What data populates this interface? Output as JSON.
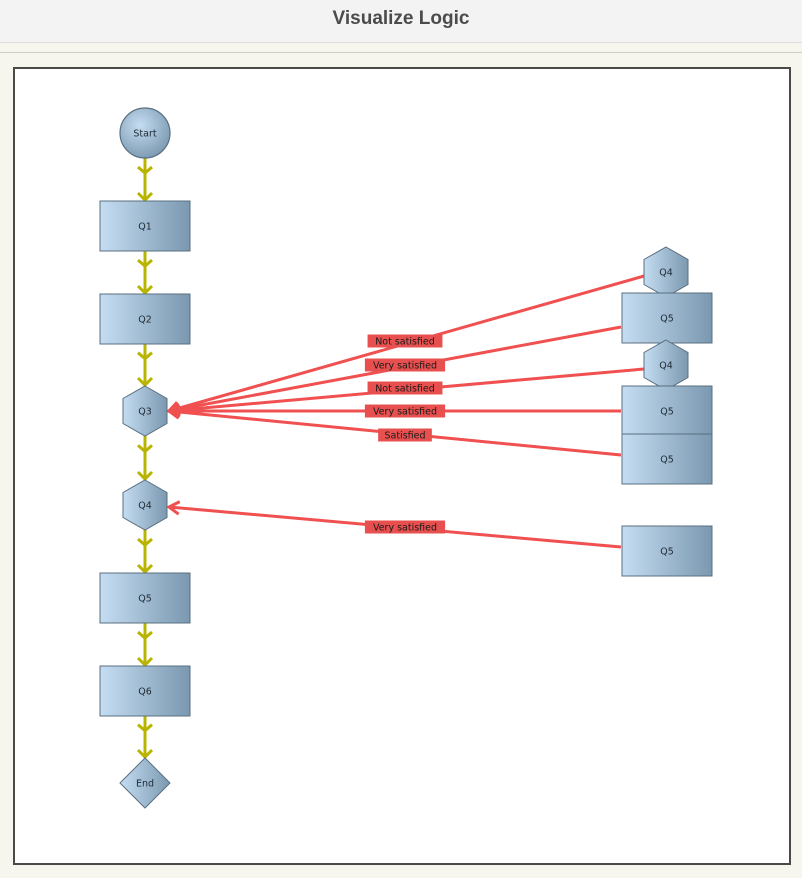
{
  "header": {
    "title": "Visualize Logic"
  },
  "colors": {
    "flow": "#b9b400",
    "branch": "#f0504f",
    "node_light": "#c5ddf2",
    "node_dark": "#7a98b0",
    "node_stroke": "#5a6f80",
    "label_bg": "#e85050"
  },
  "flow_nodes": [
    {
      "id": "start",
      "label": "Start",
      "shape": "circle"
    },
    {
      "id": "q1",
      "label": "Q1",
      "shape": "rect"
    },
    {
      "id": "q2",
      "label": "Q2",
      "shape": "rect"
    },
    {
      "id": "q3",
      "label": "Q3",
      "shape": "hexagon"
    },
    {
      "id": "q4",
      "label": "Q4",
      "shape": "hexagon"
    },
    {
      "id": "q5",
      "label": "Q5",
      "shape": "rect"
    },
    {
      "id": "q6",
      "label": "Q6",
      "shape": "rect"
    },
    {
      "id": "end",
      "label": "End",
      "shape": "diamond"
    }
  ],
  "branch_nodes": [
    {
      "id": "b-q4-a",
      "label": "Q4",
      "shape": "hexagon"
    },
    {
      "id": "b-q5-a",
      "label": "Q5",
      "shape": "rect"
    },
    {
      "id": "b-q4-b",
      "label": "Q4",
      "shape": "hexagon"
    },
    {
      "id": "b-q5-b",
      "label": "Q5",
      "shape": "rect"
    },
    {
      "id": "b-q5-c",
      "label": "Q5",
      "shape": "rect"
    },
    {
      "id": "b-q5-d",
      "label": "Q5",
      "shape": "rect"
    }
  ],
  "branch_edges": [
    {
      "from": "b-q4-a",
      "to": "q3",
      "label": "Not satisfied"
    },
    {
      "from": "b-q5-a",
      "to": "q3",
      "label": "Very satisfied"
    },
    {
      "from": "b-q4-b",
      "to": "q3",
      "label": "Not satisfied"
    },
    {
      "from": "b-q5-b",
      "to": "q3",
      "label": "Very satisfied"
    },
    {
      "from": "b-q5-c",
      "to": "q3",
      "label": "Satisfied"
    },
    {
      "from": "b-q5-d",
      "to": "q4",
      "label": "Very satisfied"
    }
  ]
}
